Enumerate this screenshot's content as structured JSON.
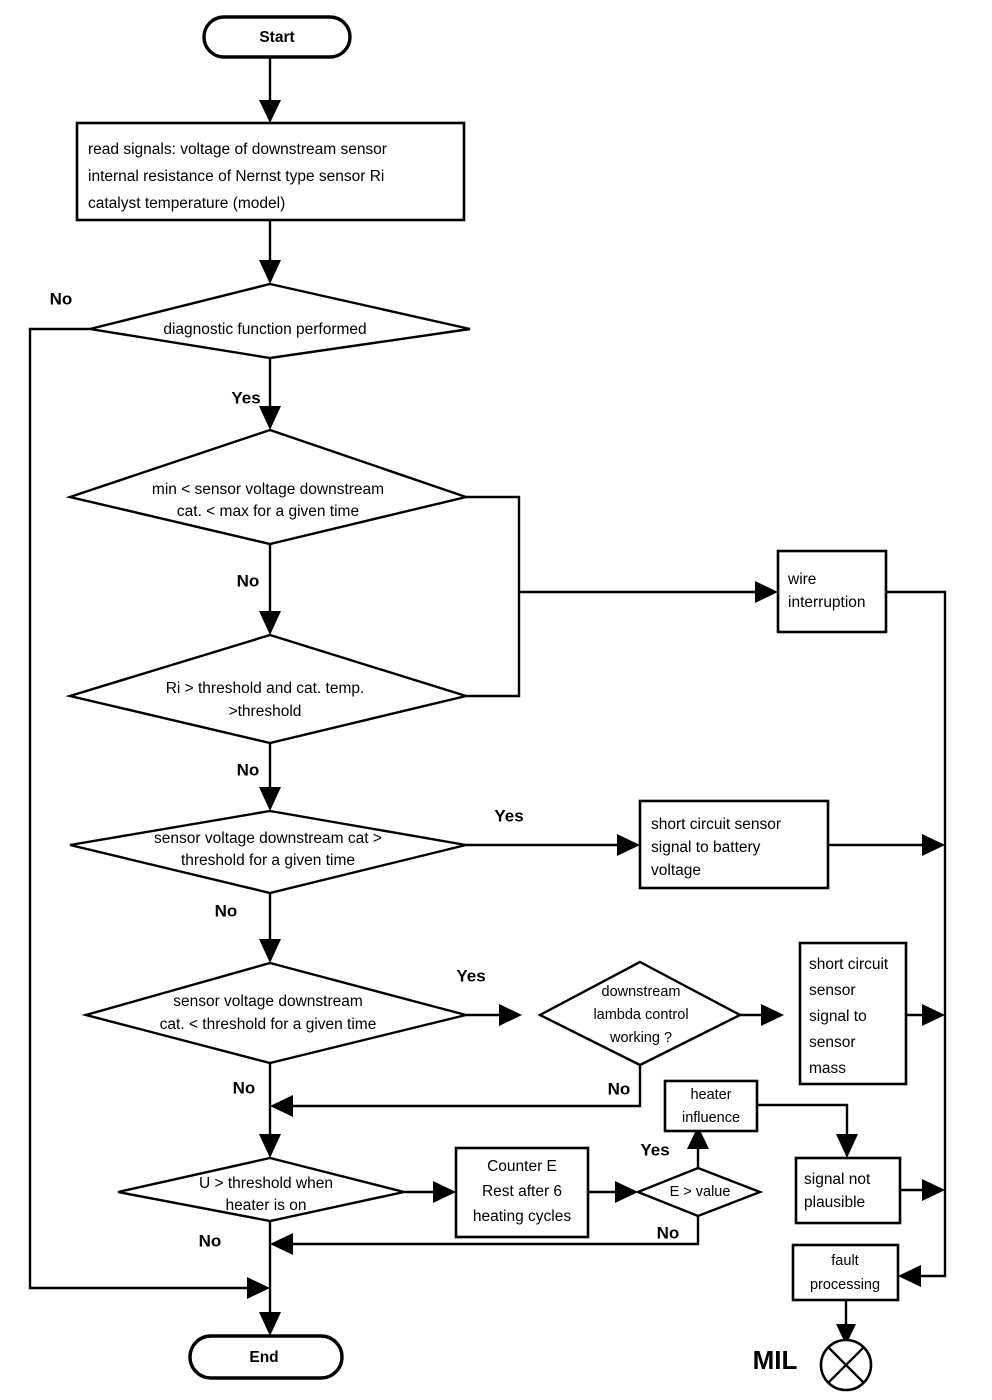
{
  "diagram": {
    "title": "Lambda sensor downstream diagnostic flowchart",
    "background_color": "#ffffff",
    "line_color": "#000000",
    "nodes": {
      "start": {
        "label": "Start",
        "shape": "terminator"
      },
      "read_signals": {
        "shape": "process",
        "lines": [
          "read signals: voltage of downstream sensor",
          "internal resistance of Nernst type sensor Ri",
          "catalyst temperature (model)"
        ]
      },
      "diagnostic_performed": {
        "shape": "decision",
        "lines": [
          "diagnostic function performed"
        ]
      },
      "sensor_voltage_range": {
        "shape": "decision",
        "lines": [
          "min < sensor voltage downstream",
          "cat. < max for a given time"
        ]
      },
      "ri_threshold": {
        "shape": "decision",
        "lines": [
          "Ri  > threshold and cat. temp.",
          ">threshold"
        ]
      },
      "wire_interruption": {
        "shape": "process",
        "lines": [
          "wire",
          "interruption"
        ]
      },
      "voltage_above_threshold": {
        "shape": "decision",
        "lines": [
          "sensor voltage downstream cat >",
          "threshold for a given time"
        ]
      },
      "short_circuit_battery": {
        "shape": "process",
        "lines": [
          "short circuit sensor",
          "signal to battery",
          "voltage"
        ]
      },
      "voltage_below_threshold": {
        "shape": "decision",
        "lines": [
          "sensor voltage downstream",
          "cat. < threshold for a given time"
        ]
      },
      "lambda_control_working": {
        "shape": "decision",
        "lines": [
          "downstream",
          "lambda control",
          "working ?"
        ]
      },
      "short_circuit_mass": {
        "shape": "process",
        "lines": [
          "short circuit",
          "sensor",
          "signal to",
          "sensor",
          "mass"
        ]
      },
      "heater_influence": {
        "shape": "process",
        "lines": [
          "heater",
          "influence"
        ]
      },
      "signal_not_plausible": {
        "shape": "process",
        "lines": [
          "signal not",
          "plausible"
        ]
      },
      "u_threshold_heater": {
        "shape": "decision",
        "lines": [
          "U > threshold when",
          "heater is on"
        ]
      },
      "counter_e": {
        "shape": "process",
        "lines": [
          "Counter E",
          "Rest after 6",
          "heating cycles"
        ]
      },
      "e_gt_value": {
        "shape": "decision",
        "lines": [
          "E > value"
        ]
      },
      "fault_processing": {
        "shape": "process",
        "lines": [
          "fault",
          "processing"
        ]
      },
      "end": {
        "label": "End",
        "shape": "terminator"
      },
      "mil": {
        "label": "MIL",
        "shape": "lamp-symbol"
      }
    },
    "branch_labels": {
      "diag_no": "No",
      "diag_yes": "Yes",
      "range_no": "No",
      "ri_no": "No",
      "above_yes": "Yes",
      "above_no": "No",
      "below_yes": "Yes",
      "below_no": "No",
      "lambda_no": "No",
      "u_no": "No",
      "e_yes": "Yes",
      "e_no": "No"
    }
  }
}
